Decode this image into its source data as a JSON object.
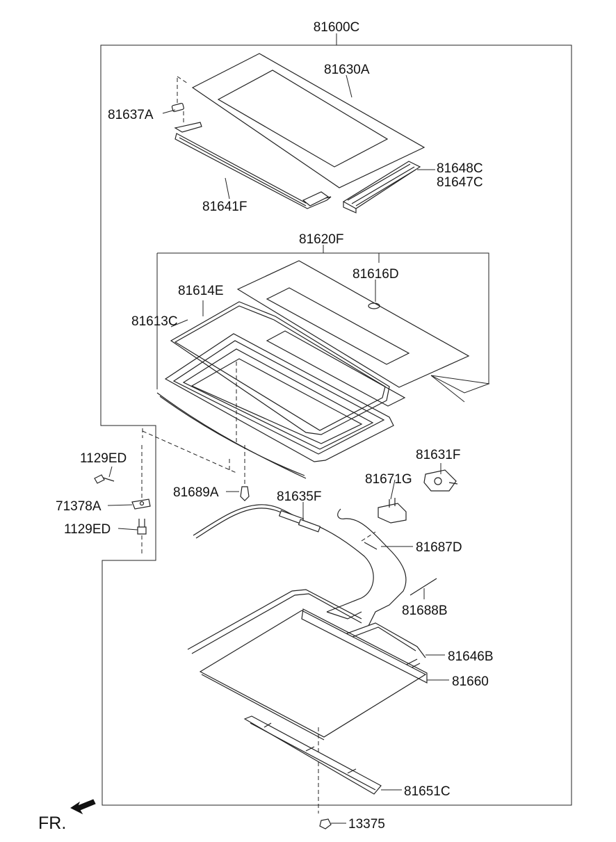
{
  "labels": {
    "assembly": "81600C",
    "glass_panel": "81630A",
    "cap": "81637A",
    "deflector": "81641F",
    "guide_rh": "81648C",
    "guide_lh": "81647C",
    "frame_assy": "81620F",
    "weatherstrip_inner": "81614E",
    "weatherstrip_outer": "81613C",
    "reinforcement": "81616D",
    "bolt_upper": "1129ED",
    "bracket": "71378A",
    "bolt_lower": "1129ED",
    "drain_hose": "81689A",
    "cable": "81635F",
    "motor_assy": "81631F",
    "motor_bracket": "81671G",
    "wiring": "81687D",
    "hose_clip": "81688B",
    "rail_assy": "81646B",
    "sunshade": "81660",
    "front_bracket": "81651C",
    "nut": "13375"
  },
  "direction_marker": "FR.",
  "colors": {
    "line": "#222222",
    "background": "#ffffff"
  }
}
